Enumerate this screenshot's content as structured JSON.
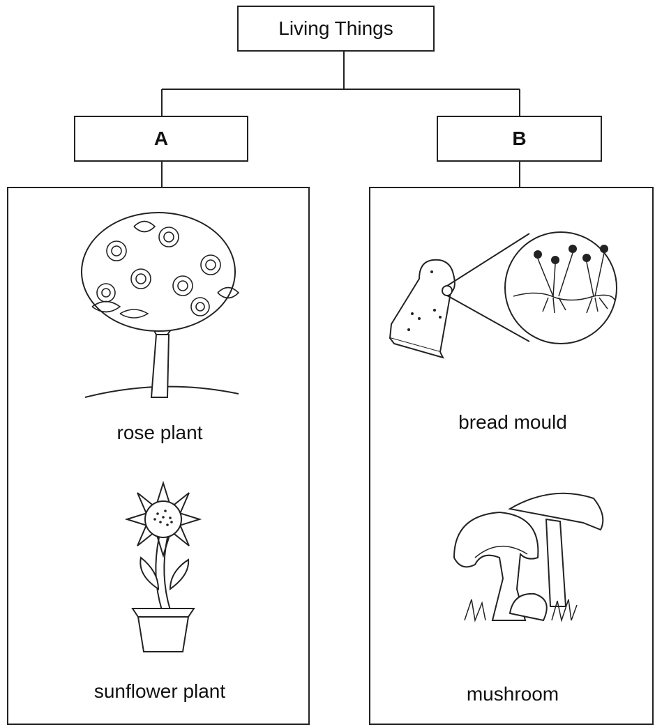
{
  "root": {
    "label": "Living Things"
  },
  "groups": [
    {
      "label": "A",
      "items": [
        {
          "label": "rose plant",
          "icon": "rose-plant-drawing"
        },
        {
          "label": "sunflower plant",
          "icon": "sunflower-plant-drawing"
        }
      ]
    },
    {
      "label": "B",
      "items": [
        {
          "label": "bread mould",
          "icon": "bread-mould-drawing"
        },
        {
          "label": "mushroom",
          "icon": "mushroom-drawing"
        }
      ]
    }
  ]
}
